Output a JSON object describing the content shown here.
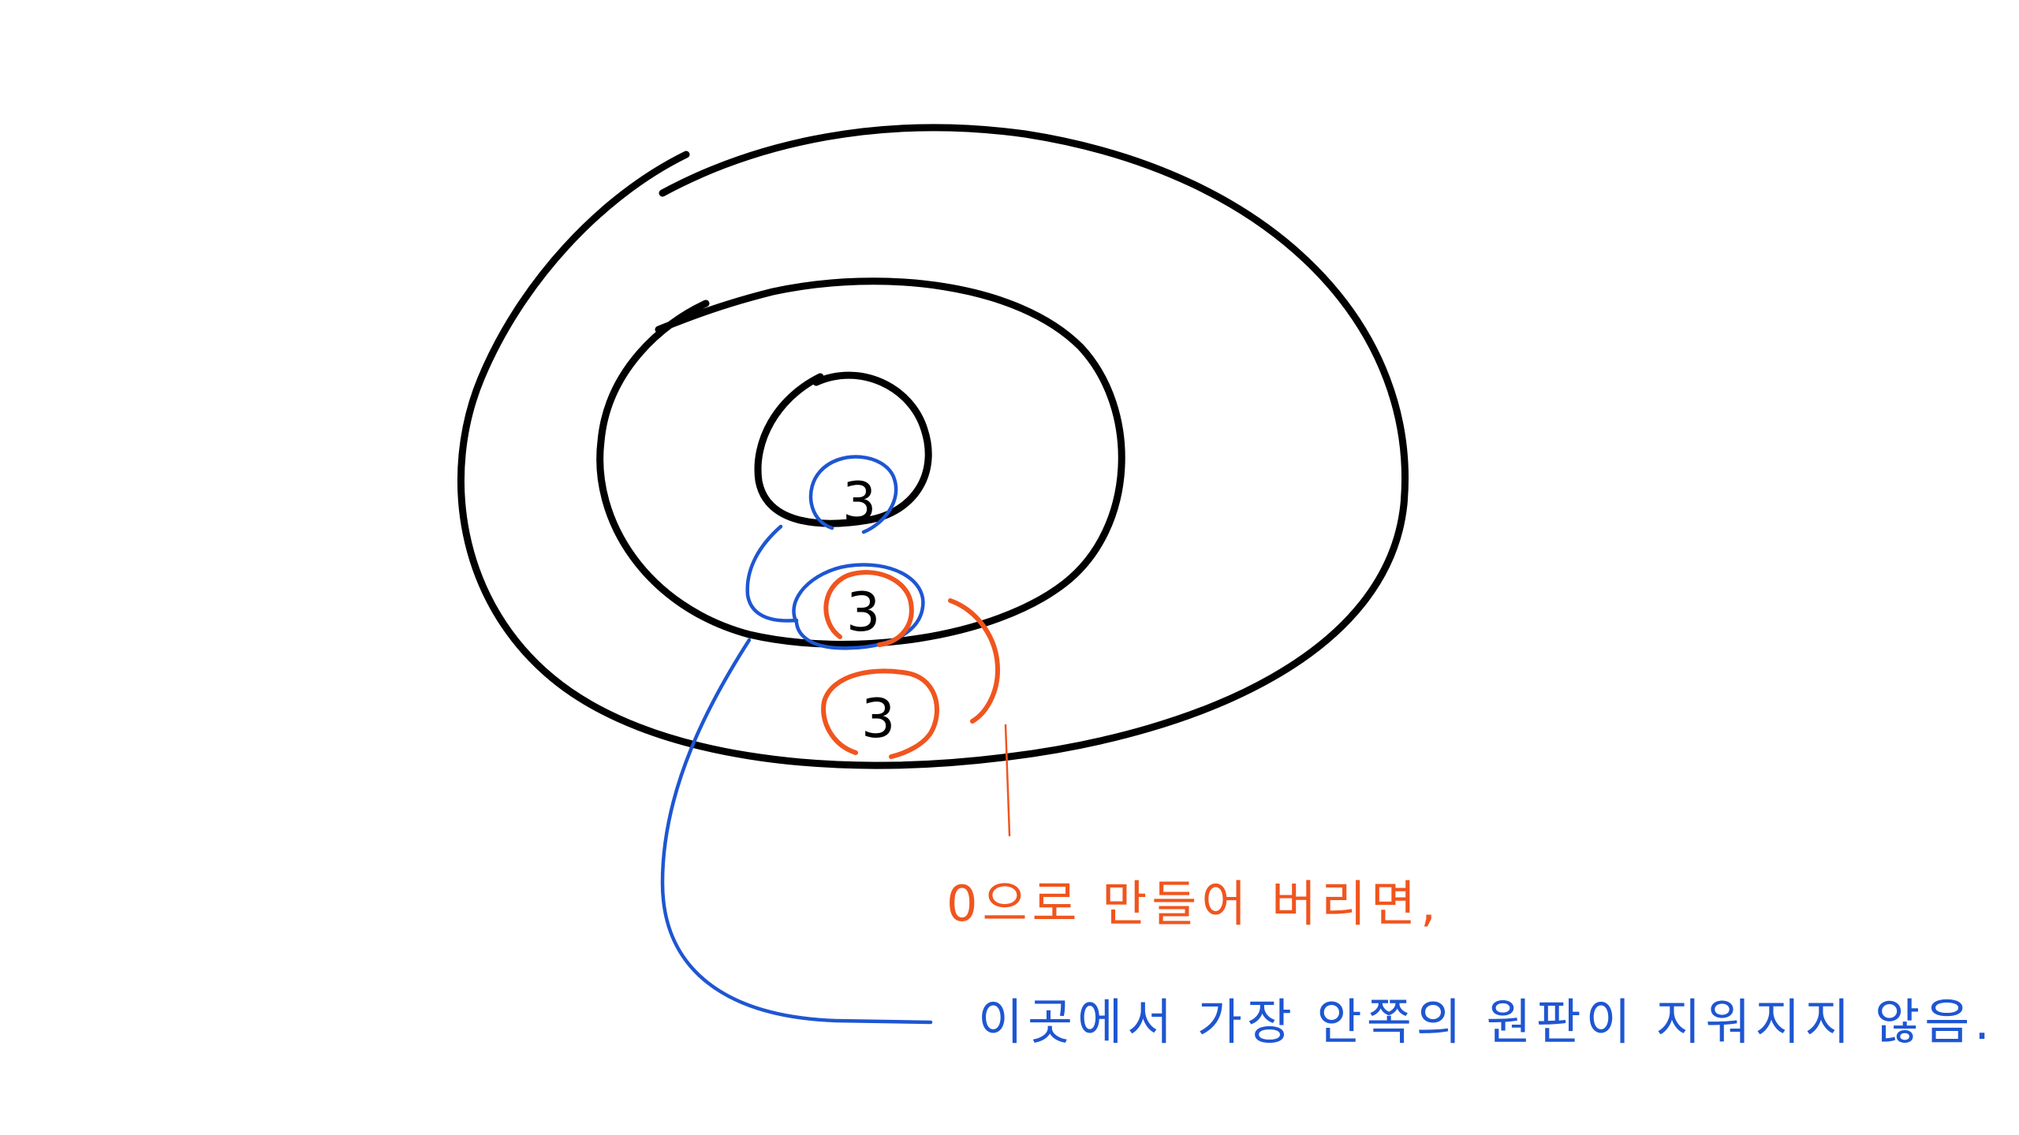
{
  "colors": {
    "background": "#ffffff",
    "ring": "#000000",
    "blue_annotation": "#1e56d2",
    "orange_annotation": "#f0551e"
  },
  "diagram": {
    "marks": {
      "inner_mark": "3",
      "middle_mark": "3",
      "outer_mark": "3"
    },
    "annotations": {
      "orange_note": "0으로 만들어 버리면,",
      "blue_note": "이곳에서 가장 안쪽의 원판이 지워지지 않음."
    }
  }
}
